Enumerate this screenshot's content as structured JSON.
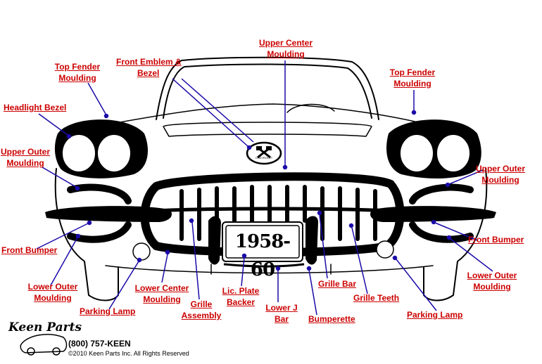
{
  "labels": {
    "upper_center_moulding": [
      "Upper Center",
      "Moulding"
    ],
    "front_emblem_bezel": [
      "Front Emblem &",
      "Bezel"
    ],
    "top_fender_moulding_left": [
      "Top Fender",
      "Moulding"
    ],
    "top_fender_moulding_right": [
      "Top Fender",
      "Moulding"
    ],
    "headlight_bezel": "Headlight Bezel",
    "upper_outer_moulding_left": [
      "Upper Outer",
      "Moulding"
    ],
    "upper_outer_moulding_right": [
      "Upper Outer",
      "Moulding"
    ],
    "front_bumper_left": "Front Bumper",
    "front_bumper_right": "Front Bumper",
    "lower_outer_moulding_left": [
      "Lower Outer",
      "Moulding"
    ],
    "lower_outer_moulding_right": [
      "Lower Outer",
      "Moulding"
    ],
    "parking_lamp_left": "Parking Lamp",
    "parking_lamp_right": "Parking Lamp",
    "lower_center_moulding": [
      "Lower Center",
      "Moulding"
    ],
    "grille_assembly": [
      "Grille",
      "Assembly"
    ],
    "lic_plate_backer": [
      "Lic. Plate",
      "Backer"
    ],
    "lower_j_bar": [
      "Lower J",
      "Bar"
    ],
    "bumperette": "Bumperette",
    "grille_bar": "Grille Bar",
    "grille_teeth": "Grille Teeth"
  },
  "plate_text": "1958-60",
  "emblem_text": "CHEVROLET",
  "footer": {
    "logo_text": "Keen Parts",
    "phone": "(800) 757-KEEN",
    "copyright": "©2010 Keen Parts Inc. All Rights Reserved"
  },
  "colors": {
    "label": "#cc0000",
    "leader": "#1a0aa8",
    "outline": "#000000"
  }
}
